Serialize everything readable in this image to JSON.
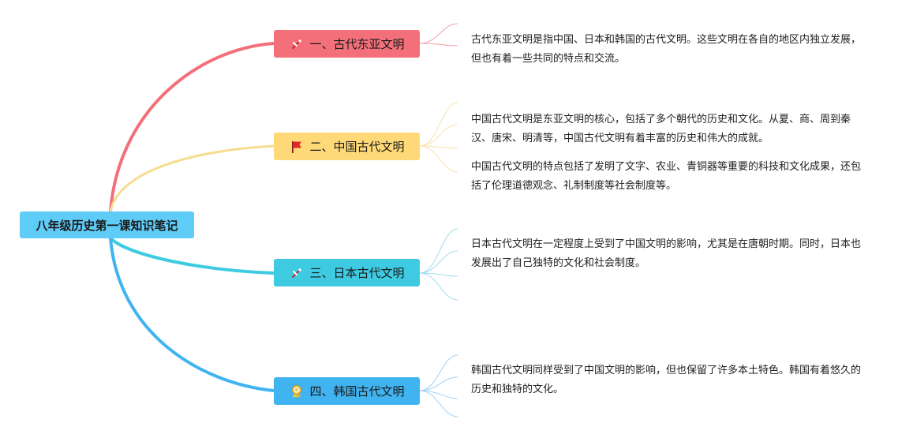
{
  "colors": {
    "root": "#5fcbf7",
    "branch1": "#f3707a",
    "branch2": "#ffd977",
    "branch3": "#3ecbe2",
    "branch4": "#40b4f0"
  },
  "root": {
    "label": "八年级历史第一课知识笔记"
  },
  "branches": [
    {
      "label": "一、古代东亚文明",
      "icon": "tools-icon",
      "notes": [
        "古代东亚文明是指中国、日本和韩国的古代文明。这些文明在各自的地区内独立发展，但也有着一些共同的特点和交流。"
      ]
    },
    {
      "label": "二、中国古代文明",
      "icon": "red-flag-icon",
      "notes": [
        "中国古代文明是东亚文明的核心，包括了多个朝代的历史和文化。从夏、商、周到秦汉、唐宋、明清等，中国古代文明有着丰富的历史和伟大的成就。",
        "中国古代文明的特点包括了发明了文字、农业、青铜器等重要的科技和文化成果，还包括了伦理道德观念、礼制制度等社会制度等。"
      ]
    },
    {
      "label": "三、日本古代文明",
      "icon": "tools-icon",
      "notes": [
        "日本古代文明在一定程度上受到了中国文明的影响，尤其是在唐朝时期。同时，日本也发展出了自己独特的文化和社会制度。"
      ]
    },
    {
      "label": "四、韩国古代文明",
      "icon": "award-ribbon-icon",
      "notes": [
        "韩国古代文明同样受到了中国文明的影响，但也保留了许多本土特色。韩国有着悠久的历史和独特的文化。"
      ]
    }
  ]
}
